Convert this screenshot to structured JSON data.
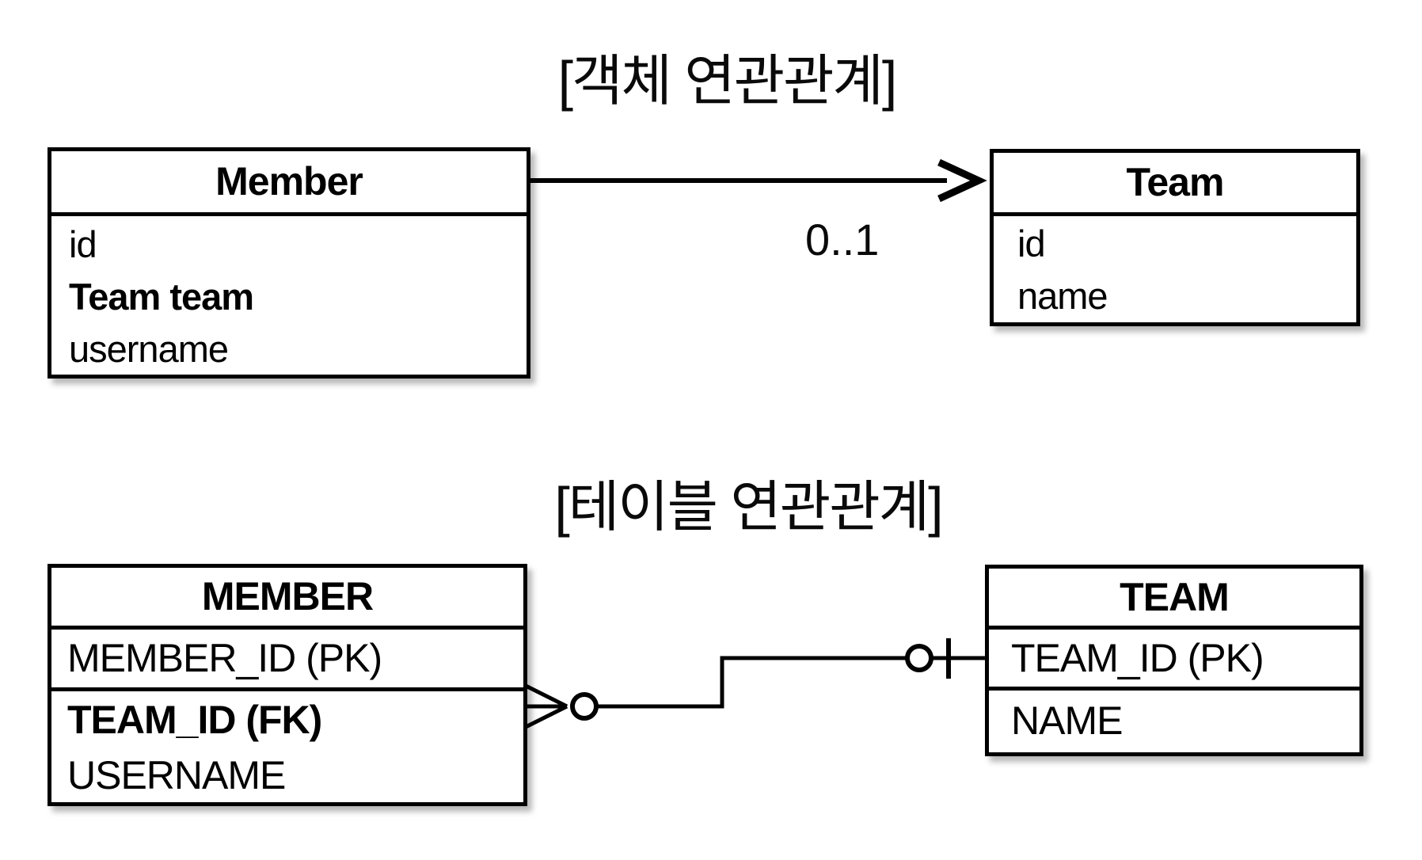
{
  "object_diagram": {
    "title": "[객체 연관관계]",
    "member_class": {
      "title": "Member",
      "fields": [
        {
          "label": "id",
          "bold": false
        },
        {
          "label": "Team team",
          "bold": true
        },
        {
          "label": "username",
          "bold": false
        }
      ]
    },
    "team_class": {
      "title": "Team",
      "fields": [
        {
          "label": "id",
          "bold": false
        },
        {
          "label": "name",
          "bold": false
        }
      ]
    },
    "association": {
      "cardinality": "0..1",
      "direction": "member-to-team",
      "arrowhead_icon": "open-arrowhead"
    }
  },
  "table_diagram": {
    "title": "[테이블 연관관계]",
    "member_table": {
      "title": "MEMBER",
      "rows": [
        {
          "label": "MEMBER_ID (PK)",
          "bold": false
        },
        {
          "label": "TEAM_ID (FK)",
          "bold": true
        },
        {
          "label": "USERNAME",
          "bold": false
        }
      ]
    },
    "team_table": {
      "title": "TEAM",
      "rows": [
        {
          "label": "TEAM_ID (PK)",
          "bold": false
        },
        {
          "label": "NAME",
          "bold": false
        }
      ]
    },
    "relationship": {
      "member_end_icon": "crows-foot-many-optional",
      "team_end_icon": "one-optional-circle-bar"
    }
  },
  "colors": {
    "line": "#000000",
    "background": "#ffffff",
    "text": "#0a0a0a"
  }
}
